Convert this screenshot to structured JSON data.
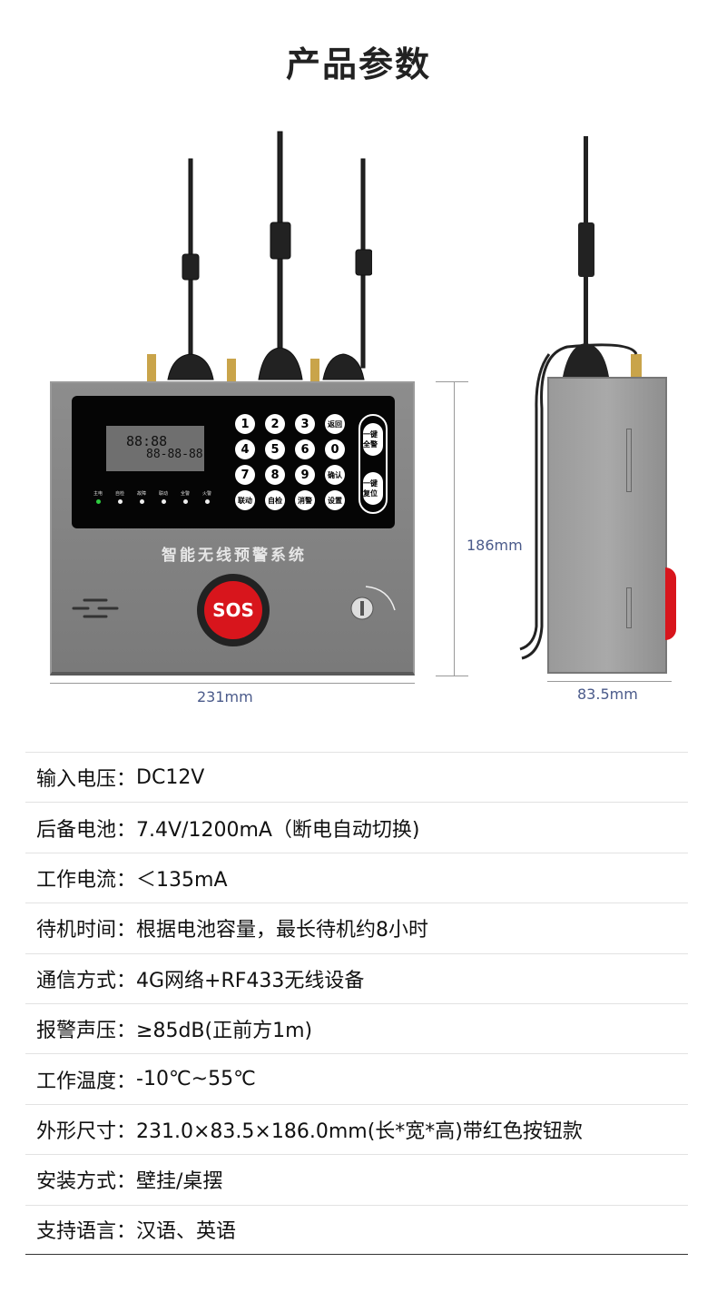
{
  "title": "产品参数",
  "device": {
    "lcd": {
      "time": "88:88",
      "date": "88-88-88"
    },
    "keys": [
      "1",
      "2",
      "3",
      "返回",
      "4",
      "5",
      "6",
      "0",
      "7",
      "8",
      "9",
      "确认",
      "联动",
      "自检",
      "消警",
      "设置"
    ],
    "side_buttons": [
      "一键全警",
      "一键复位"
    ],
    "leds": [
      "主电",
      "自检",
      "故障",
      "联动",
      "全警",
      "火警"
    ],
    "brand": "智能无线预警系统",
    "sos_label": "SOS"
  },
  "dimensions": {
    "height": "186mm",
    "width": "231mm",
    "depth": "83.5mm"
  },
  "specs": [
    {
      "label": "输入电压：",
      "value": "DC12V"
    },
    {
      "label": "后备电池：",
      "value": "7.4V/1200mA（断电自动切换)"
    },
    {
      "label": "工作电流：",
      "value": "＜135mA"
    },
    {
      "label": "待机时间：",
      "value": "根据电池容量，最长待机约8小时"
    },
    {
      "label": "通信方式：",
      "value": "4G网络+RF433无线设备"
    },
    {
      "label": "报警声压：",
      "value": "≥85dB(正前方1m)"
    },
    {
      "label": "工作温度：",
      "value": "-10℃~55℃"
    },
    {
      "label": "外形尺寸：",
      "value": "231.0×83.5×186.0mm(长*宽*高)带红色按钮款"
    },
    {
      "label": "安装方式：",
      "value": "壁挂/桌摆"
    },
    {
      "label": "支持语言：",
      "value": "汉语、英语"
    }
  ]
}
